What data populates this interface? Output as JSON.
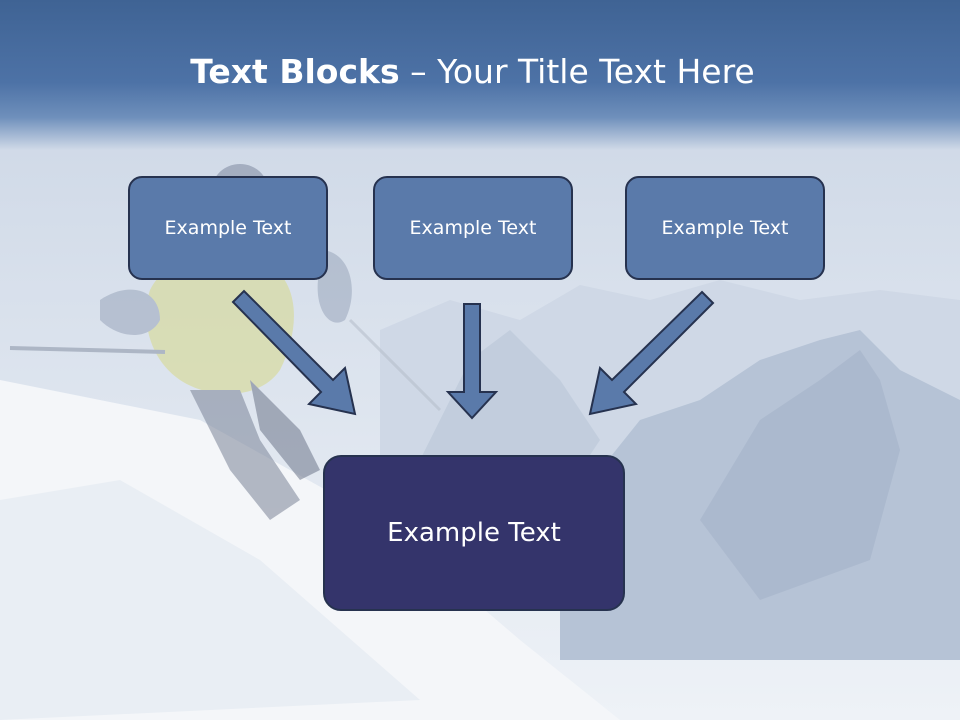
{
  "title": {
    "bold": "Text Blocks",
    "rest": " – Your Title Text Here"
  },
  "blocks": [
    {
      "label": "Example Text"
    },
    {
      "label": "Example Text"
    },
    {
      "label": "Example Text"
    }
  ],
  "result": {
    "label": "Example Text"
  },
  "colors": {
    "title_bar": "#4d72a6",
    "small_box_fill": "#5a7aaa",
    "big_box_fill": "#34346b",
    "arrow_fill": "#5a7aaa",
    "outline": "#26324f"
  },
  "background": {
    "icon": "skier-on-snowy-mountain-photo"
  }
}
